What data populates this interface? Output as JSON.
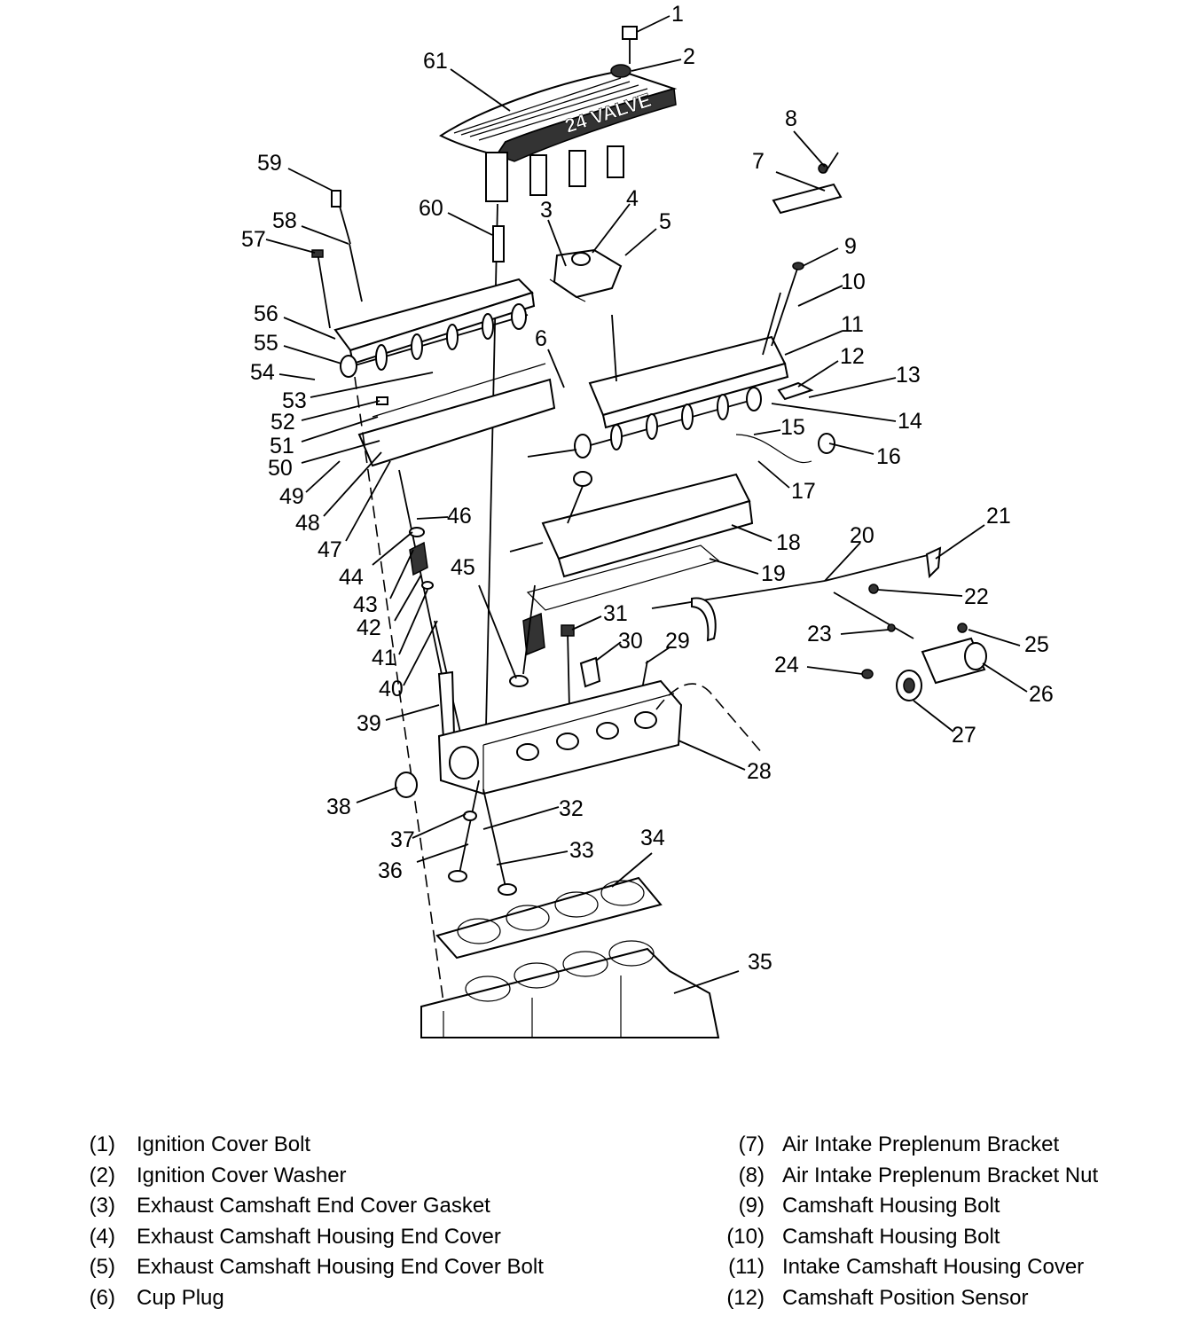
{
  "callouts": [
    "1",
    "2",
    "3",
    "4",
    "5",
    "6",
    "7",
    "8",
    "9",
    "10",
    "11",
    "12",
    "13",
    "14",
    "15",
    "16",
    "17",
    "18",
    "19",
    "20",
    "21",
    "22",
    "23",
    "24",
    "25",
    "26",
    "27",
    "28",
    "29",
    "30",
    "31",
    "32",
    "33",
    "34",
    "35",
    "36",
    "37",
    "38",
    "39",
    "40",
    "41",
    "42",
    "43",
    "44",
    "45",
    "46",
    "47",
    "48",
    "49",
    "50",
    "51",
    "52",
    "53",
    "54",
    "55",
    "56",
    "57",
    "58",
    "59",
    "60",
    "61"
  ],
  "cover_lettering": "24 VALVE",
  "legend": {
    "left": [
      {
        "num": "(1)",
        "label": "Ignition Cover Bolt"
      },
      {
        "num": "(2)",
        "label": "Ignition Cover Washer"
      },
      {
        "num": "(3)",
        "label": "Exhaust Camshaft End Cover Gasket"
      },
      {
        "num": "(4)",
        "label": "Exhaust Camshaft Housing End Cover"
      },
      {
        "num": "(5)",
        "label": "Exhaust Camshaft Housing End Cover Bolt"
      },
      {
        "num": "(6)",
        "label": "Cup Plug"
      }
    ],
    "right": [
      {
        "num": "(7)",
        "label": "Air Intake Preplenum Bracket"
      },
      {
        "num": "(8)",
        "label": "Air Intake Preplenum Bracket Nut"
      },
      {
        "num": "(9)",
        "label": "Camshaft Housing Bolt"
      },
      {
        "num": "(10)",
        "label": "Camshaft Housing Bolt"
      },
      {
        "num": "(11)",
        "label": "Intake Camshaft Housing Cover"
      },
      {
        "num": "(12)",
        "label": "Camshaft Position Sensor"
      }
    ]
  }
}
